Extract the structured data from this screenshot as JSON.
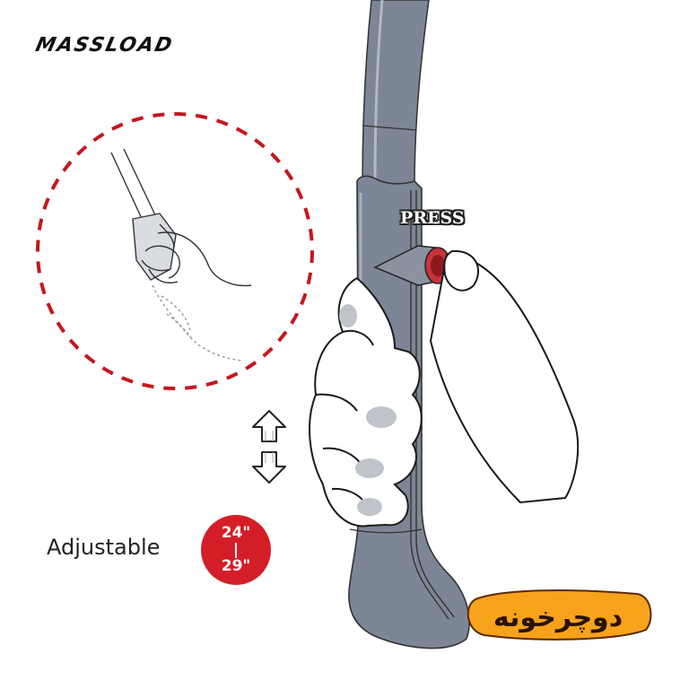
{
  "brand": {
    "logo_text": "MASSLOAD"
  },
  "callout": {
    "press_label": "PRESS"
  },
  "adjustable": {
    "label": "Adjustable",
    "range_min": "24\"",
    "range_separator": "|",
    "range_max": "29\""
  },
  "watermark": {
    "text": "دوچرخونه"
  },
  "colors": {
    "accent_red": "#d41e27",
    "handle_gray": "#7d8696",
    "badge_orange": "#f7a21b"
  },
  "icons": [
    "up-arrow-icon",
    "down-arrow-icon",
    "dashed-circle-detail"
  ]
}
